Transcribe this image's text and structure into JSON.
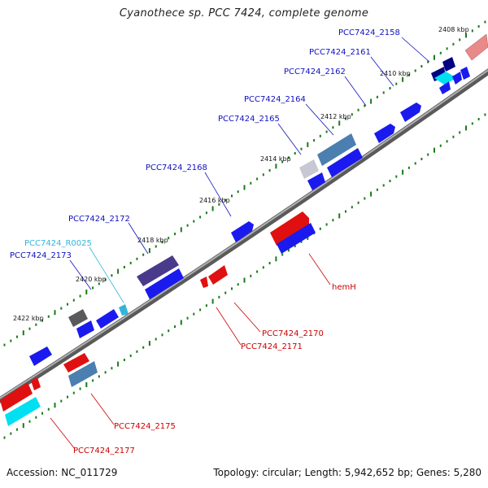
{
  "header": {
    "title": "Cyanothece sp. PCC 7424, complete genome"
  },
  "footer": {
    "accession": "Accession: NC_011729",
    "summary": "Topology: circular; Length: 5,942,652 bp; Genes: 5,280"
  },
  "ticks": [
    "2408 kbp",
    "2410 kbp",
    "2412 kbp",
    "2414 kbp",
    "2416 kbp",
    "2418 kbp",
    "2420 kbp",
    "2422 kbp"
  ],
  "labels": {
    "outer": [
      {
        "text": "PCC7424_2158",
        "color": "#1010c0"
      },
      {
        "text": "PCC7424_2161",
        "color": "#1010c0"
      },
      {
        "text": "PCC7424_2162",
        "color": "#1010c0"
      },
      {
        "text": "PCC7424_2164",
        "color": "#1010c0"
      },
      {
        "text": "PCC7424_2165",
        "color": "#1010c0"
      },
      {
        "text": "PCC7424_2168",
        "color": "#1010c0"
      },
      {
        "text": "PCC7424_2172",
        "color": "#1010c0"
      },
      {
        "text": "PCC7424_R0025",
        "color": "#33b5d9"
      },
      {
        "text": "PCC7424_2173",
        "color": "#1010c0"
      }
    ],
    "inner": [
      {
        "text": "hemH",
        "color": "#cc0000"
      },
      {
        "text": "PCC7424_2170",
        "color": "#cc0000"
      },
      {
        "text": "PCC7424_2171",
        "color": "#cc0000"
      },
      {
        "text": "PCC7424_2175",
        "color": "#cc0000"
      },
      {
        "text": "PCC7424_2177",
        "color": "#cc0000"
      }
    ]
  },
  "colors": {
    "forward_gene": "#1a1aee",
    "reverse_gene": "#e01010",
    "rna_gene": "#00d8e8",
    "backbone": "#888888",
    "tick": "#1a7a1a"
  }
}
